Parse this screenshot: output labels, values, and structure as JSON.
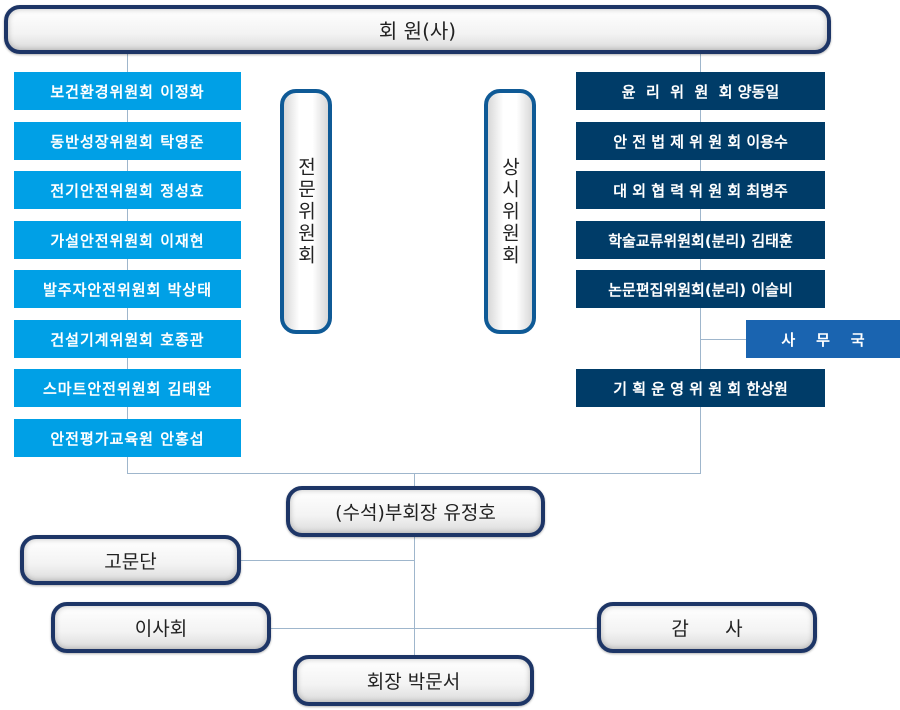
{
  "top": {
    "title": "회 원(사)"
  },
  "specialized": {
    "title": "전문위원회",
    "items": [
      "보건환경위원회  이정화",
      "동반성장위원회  탁영준",
      "전기안전위원회  정성효",
      "가설안전위원회  이재현",
      "발주자안전위원회 박상태",
      "건설기계위원회  호종관",
      "스마트안전위원회 김태완",
      "안전평가교육원  안홍섭"
    ]
  },
  "standing": {
    "title": "상시위원회",
    "items": [
      "윤  리  위  원  회 양동일",
      "안 전 법 제 위 원 회 이용수",
      "대 외 협 력 위 원 회 최병주",
      "학술교류위원회(분리) 김태훈",
      "논문편집위원회(분리) 이슬비",
      "기 획 운 영 위 원 회 한상원"
    ]
  },
  "secretariat": "사    무    국",
  "vice_chair": "(수석)부회장 유정호",
  "advisors": "고문단",
  "board": "이사회",
  "auditor": "감      사",
  "chair": "회장 박문서",
  "colors": {
    "specialized": "#00a0e6",
    "standing": "#003c68",
    "secretariat": "#1a64b0",
    "border": "#1d3566"
  }
}
